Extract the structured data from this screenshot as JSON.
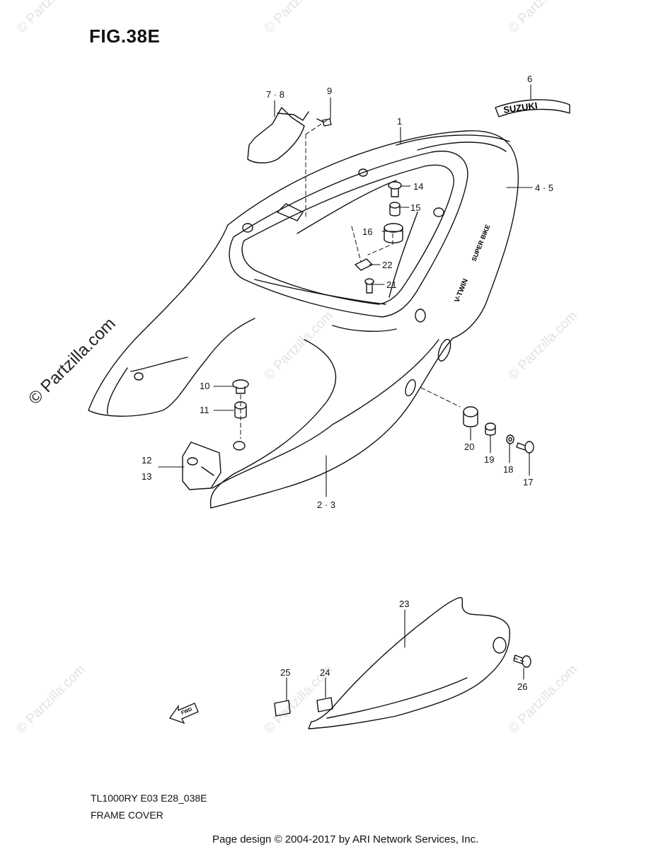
{
  "figure": {
    "title": "FIG.38E",
    "model": "TL1000RY E03 E28_038E",
    "caption": "FRAME COVER"
  },
  "watermark": {
    "text": "© Partzilla.com",
    "big_text": "© Partzilla.com"
  },
  "footer": "Page design © 2004-2017 by ARI Network Services, Inc.",
  "decal": {
    "brand": "SUZUKI",
    "side_text_1": "V-TWIN",
    "side_text_2": "SUPER BIKE"
  },
  "fwd_label": "FWD",
  "callouts": {
    "c1": "1",
    "c2_3": "2 · 3",
    "c4_5": "4 · 5",
    "c6": "6",
    "c7_8": "7 · 8",
    "c9": "9",
    "c10": "10",
    "c11": "11",
    "c12": "12",
    "c13": "13",
    "c14": "14",
    "c15": "15",
    "c16": "16",
    "c17": "17",
    "c18": "18",
    "c19": "19",
    "c20": "20",
    "c21": "21",
    "c22": "22",
    "c23": "23",
    "c24": "24",
    "c25": "25",
    "c26": "26"
  }
}
